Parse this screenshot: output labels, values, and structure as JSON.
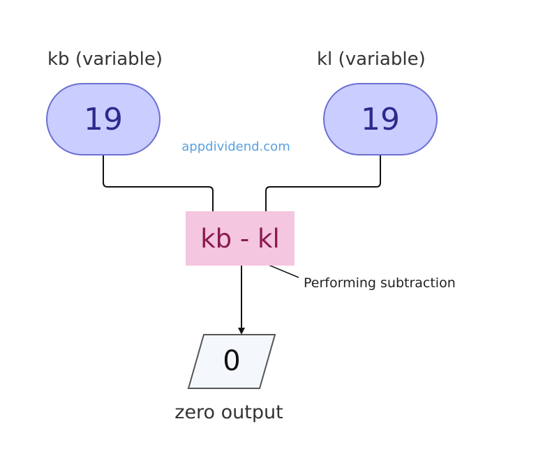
{
  "nodes": {
    "left_var": {
      "label": "kb (variable)",
      "value": "19"
    },
    "right_var": {
      "label": "kl (variable)",
      "value": "19"
    },
    "operation": {
      "expression": "kb - kl",
      "annotation": "Performing subtraction"
    },
    "output": {
      "value": "0",
      "label": "zero output"
    }
  },
  "watermark": "appdividend.com",
  "colors": {
    "variable_fill": "#c9cdff",
    "variable_border": "#6b6fd1",
    "operation_fill": "#f4c6e0",
    "output_fill": "#f4f8fc",
    "output_border": "#555555"
  }
}
